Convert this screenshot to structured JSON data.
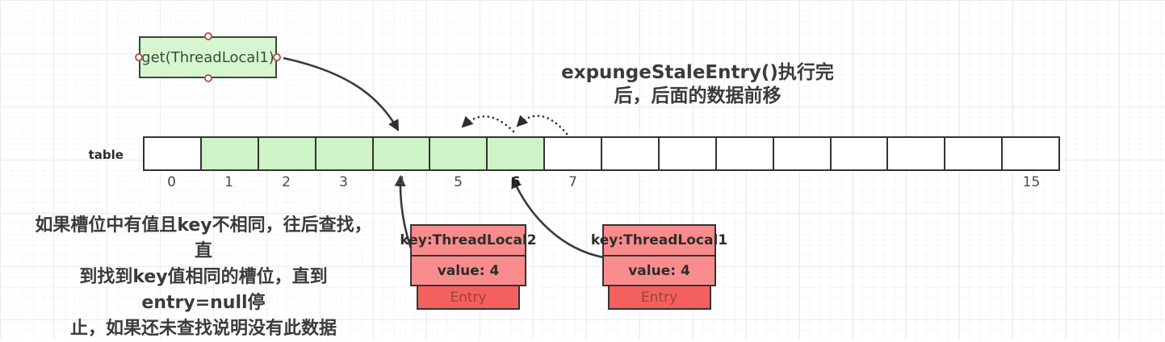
{
  "title": {
    "lines": [
      "expungeStaleEntry()执行完",
      "后，后面的数据前移"
    ]
  },
  "note": {
    "lines": [
      "如果槽位中有值且key不相同，往后查找，直",
      "到找到key值相同的槽位，直到entry=null停",
      "止，如果还未查找说明没有此数据"
    ]
  },
  "get_box": {
    "label": "get(ThreadLocal1)"
  },
  "table": {
    "label": "table",
    "cells": [
      {
        "label": "0",
        "filled": false,
        "bold": false
      },
      {
        "label": "1",
        "filled": true,
        "bold": false
      },
      {
        "label": "2",
        "filled": true,
        "bold": false
      },
      {
        "label": "3",
        "filled": true,
        "bold": false
      },
      {
        "label": "4",
        "filled": true,
        "bold": false
      },
      {
        "label": "5",
        "filled": true,
        "bold": false
      },
      {
        "label": "6",
        "filled": true,
        "bold": true
      },
      {
        "label": "7",
        "filled": false,
        "bold": false
      },
      {
        "label": "",
        "filled": false,
        "bold": false
      },
      {
        "label": "",
        "filled": false,
        "bold": false
      },
      {
        "label": "",
        "filled": false,
        "bold": false
      },
      {
        "label": "",
        "filled": false,
        "bold": false
      },
      {
        "label": "",
        "filled": false,
        "bold": false
      },
      {
        "label": "",
        "filled": false,
        "bold": false
      },
      {
        "label": "",
        "filled": false,
        "bold": false
      },
      {
        "label": "15",
        "filled": false,
        "bold": false
      }
    ]
  },
  "entries": [
    {
      "key": "key:ThreadLocal2",
      "value": "value: 4",
      "footer": "Entry"
    },
    {
      "key": "key:ThreadLocal1",
      "value": "value: 4",
      "footer": "Entry"
    }
  ],
  "colors": {
    "slot_filled": "#cdf3c6",
    "get_box_fill": "#d6f6cf",
    "entry_row_fill": "#f88c8d",
    "entry_footer_fill": "#f4605e",
    "arrow": "#3a3a3a",
    "connection_point_border": "#b35752"
  }
}
